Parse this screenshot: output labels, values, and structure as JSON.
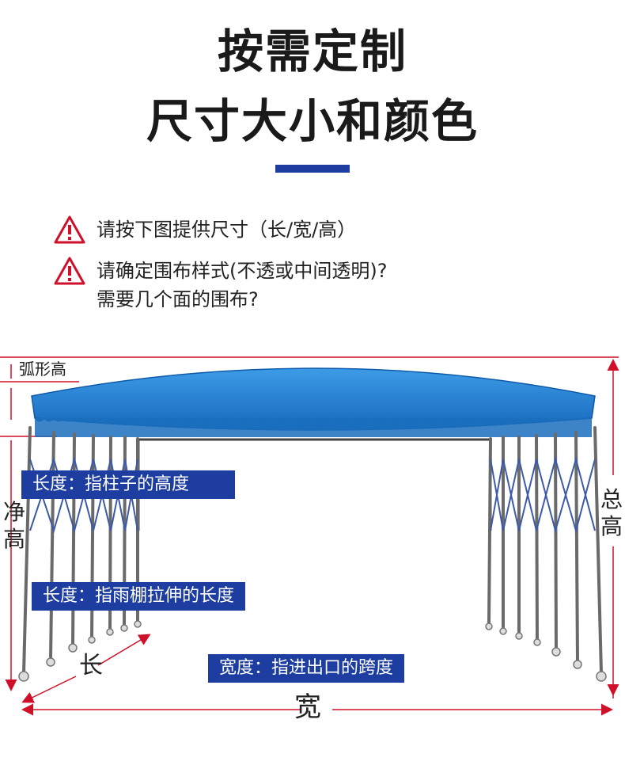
{
  "heading": {
    "line1": "按需定制",
    "line2": "尺寸大小和颜色"
  },
  "notes": [
    {
      "icon": "warning-icon",
      "text": "请按下图提供尺寸（长/宽/高）"
    },
    {
      "icon": "warning-icon",
      "text": "请确定围布样式(不透或中间透明)?",
      "text2": "需要几个面的围布?"
    }
  ],
  "diagram": {
    "arc_height": "弧形高",
    "net_height": "净高",
    "total_height": "总高",
    "length": "长",
    "width": "宽",
    "label_height": "长度：指柱子的高度",
    "label_length": "长度：指雨棚拉伸的长度",
    "label_width": "宽度：指进出口的跨度"
  },
  "colors": {
    "accent": "#1d3ea0",
    "canopy": "#1e7fd0",
    "dimension": "#d0102a"
  }
}
